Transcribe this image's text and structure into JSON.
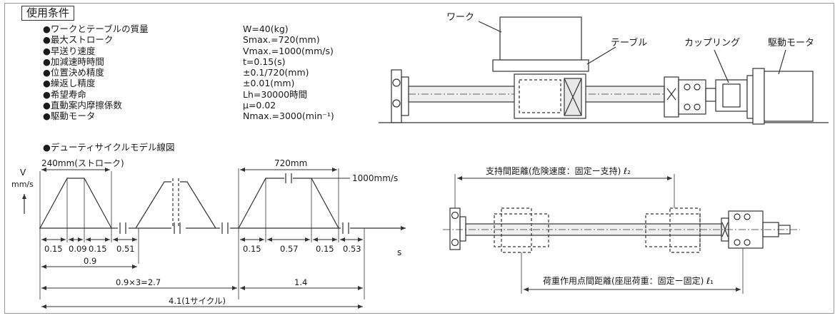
{
  "conditions": {
    "title": "使用条件",
    "items": [
      {
        "label": "●ワークとテーブルの質量",
        "value": "W=40(kg)"
      },
      {
        "label": "●最大ストローク",
        "value": "Smax.=720(mm)"
      },
      {
        "label": "●早送り速度",
        "value": "Vmax.=1000(mm/s)"
      },
      {
        "label": "●加減速時時間",
        "value": "t=0.15(s)"
      },
      {
        "label": "●位置決め精度",
        "value": "±0.1/720(mm)"
      },
      {
        "label": "●繰返し精度",
        "value": "±0.01(mm)"
      },
      {
        "label": "●希望寿命",
        "value": "Lh=30000時間"
      },
      {
        "label": "●直動案内摩擦係数",
        "value": "μ=0.02"
      },
      {
        "label": "●駆動モータ",
        "value": "Nmax.=3000(min⁻¹)"
      }
    ],
    "duty_cycle_title": "●デューティサイクルモデル線図"
  },
  "machine": {
    "work": "ワーク",
    "table": "テーブル",
    "coupling": "カップリング",
    "motor": "駆動モータ"
  },
  "duty_chart": {
    "v_axis": "V",
    "v_unit": "mm/s",
    "s_axis": "s",
    "stroke_left": "240mm(ストローク)",
    "stroke_right": "720mm",
    "speed": "1000mm/s",
    "t1": "0.15",
    "t2": "0.09",
    "t3": "0.15",
    "t4": "0.51",
    "t5": "0.15",
    "t6": "0.57",
    "t7": "0.15",
    "t8": "0.53",
    "d1": "0.9",
    "d2": "0.9×3=2.7",
    "d3": "1.4",
    "d4": "4.1(1サイクル)"
  },
  "screw": {
    "support_distance": "支持間距離(危険速度：固定ー支持) ℓ₂",
    "load_distance": "荷重作用点間距離(座屈荷重：固定ー固定) ℓ₁"
  }
}
